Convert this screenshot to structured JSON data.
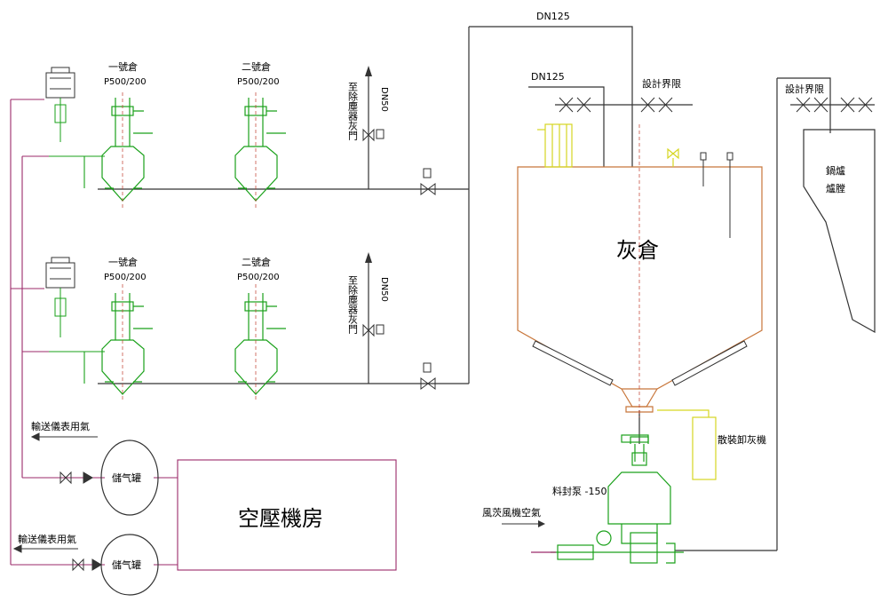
{
  "vessels": {
    "v1_name": "一號倉",
    "v1_model": "P500/200",
    "v2_name": "二號倉",
    "v2_model": "P500/200",
    "v3_name": "一號倉",
    "v3_model": "P500/200",
    "v4_name": "二號倉",
    "v4_model": "P500/200"
  },
  "labels": {
    "dn125_top": "DN125",
    "dn125_inner": "DN125",
    "boundary_1": "設計界限",
    "boundary_2": "設計界限",
    "dn50_1": "DN50",
    "dn50_2": "DN50",
    "dust_valve_1": "至除塵器灰門",
    "dust_valve_2": "至除塵器灰門",
    "ash_silo": "灰倉",
    "boiler_1": "鍋爐",
    "boiler_2": "爐膛",
    "bulk_unloader": "散裝卸灰機",
    "seal_pump": "料封泵 -150",
    "roots_air": "風茨風機空氣",
    "instr_air_1": "輸送儀表用氣",
    "instr_air_2": "輸送儀表用氣",
    "tank_1": "儲气罐",
    "tank_2": "儲气罐",
    "compressor_room": "空壓機房"
  },
  "colors": {
    "line": "#333333",
    "equipment": "#1aa11a",
    "silo_outline": "#c8763a",
    "compressor_pipe": "#9b2a6a",
    "bulk_unloader": "#d6d622"
  }
}
